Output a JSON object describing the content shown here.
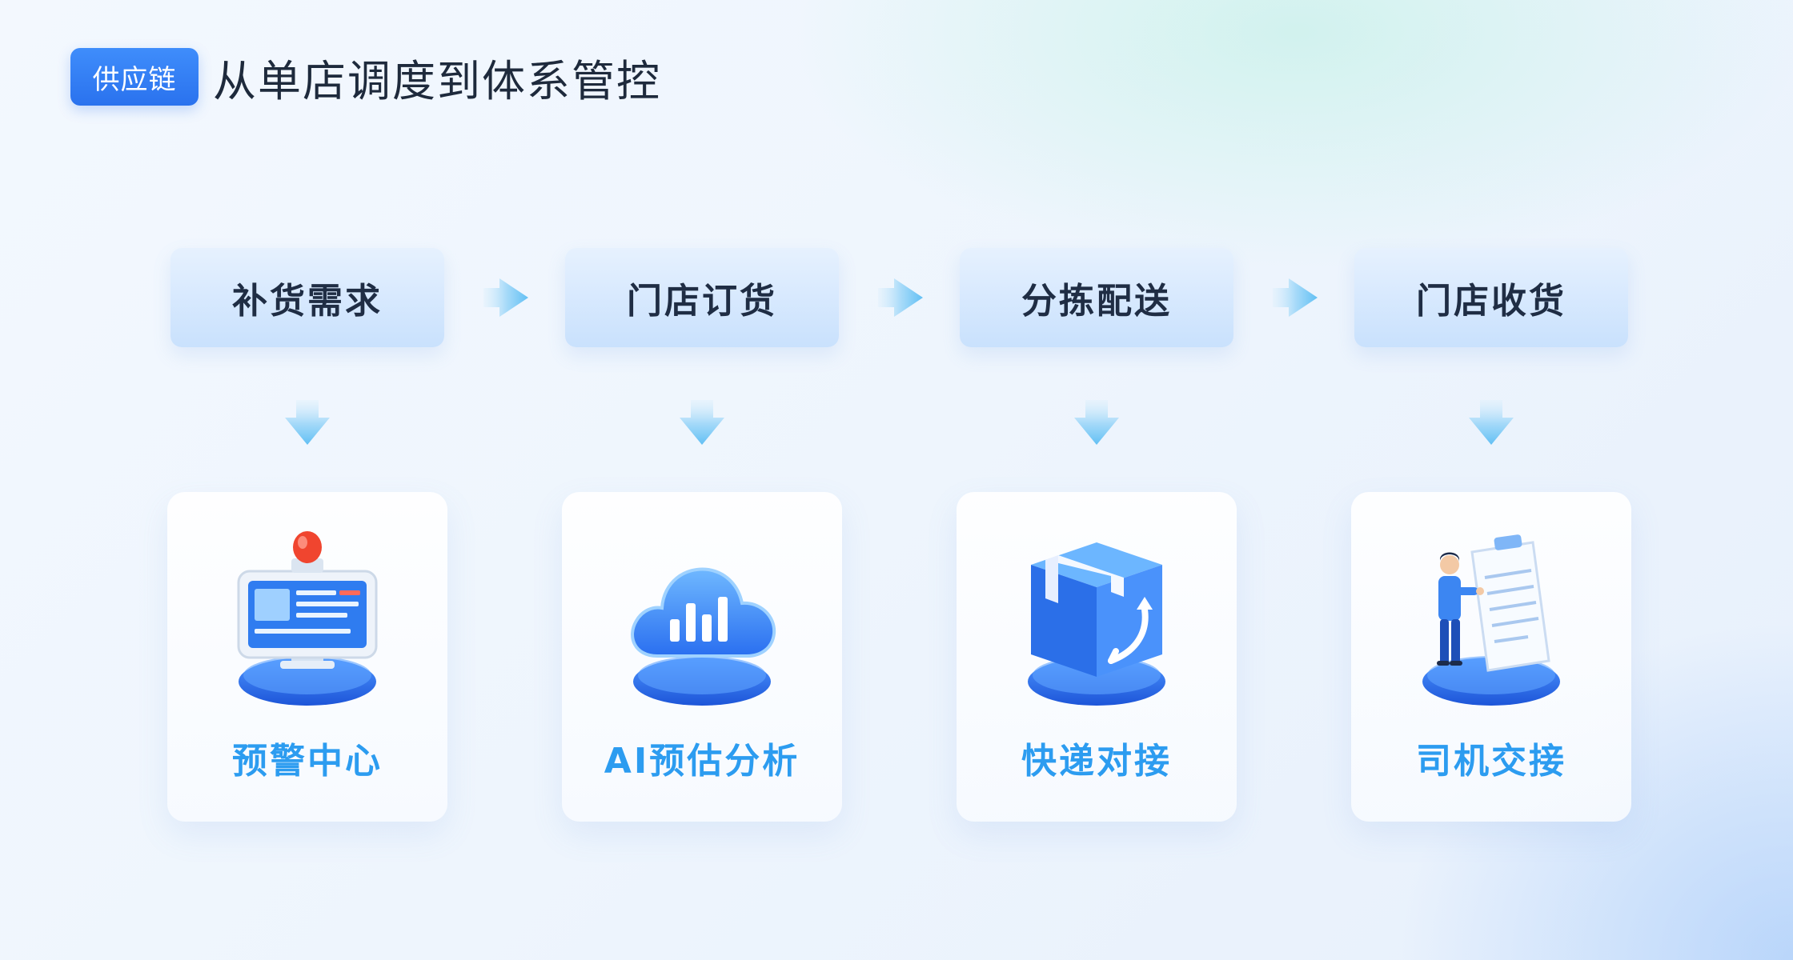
{
  "header": {
    "badge": "供应链",
    "title": "从单店调度到体系管控"
  },
  "flow": {
    "steps": [
      "补货需求",
      "门店订货",
      "分拣配送",
      "门店收货"
    ],
    "features": [
      {
        "label": "预警中心",
        "icon": "alarm-monitor-icon"
      },
      {
        "label": "AI预估分析",
        "icon": "cloud-chart-icon"
      },
      {
        "label": "快递对接",
        "icon": "package-exchange-icon"
      },
      {
        "label": "司机交接",
        "icon": "driver-clipboard-icon"
      }
    ]
  },
  "colors": {
    "accent": "#2a72ee",
    "feature_text": "#2c9cf0",
    "step_text": "#1f2d44",
    "arrow": "#6cc4f5"
  }
}
